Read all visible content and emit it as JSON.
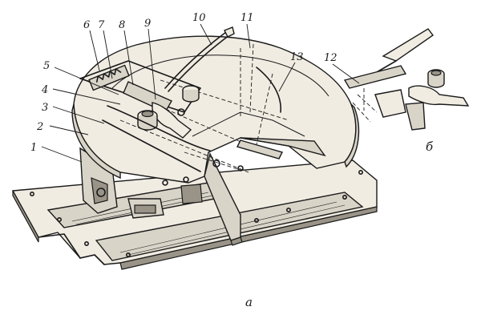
{
  "labels": {
    "l1": "1",
    "l2": "2",
    "l3": "3",
    "l4": "4",
    "l5": "5",
    "l6": "6",
    "l7": "7",
    "l8": "8",
    "l9": "9",
    "l10": "10",
    "l11": "11",
    "l12": "12",
    "l13": "13"
  },
  "subfigures": {
    "a": "а",
    "b": "б"
  }
}
